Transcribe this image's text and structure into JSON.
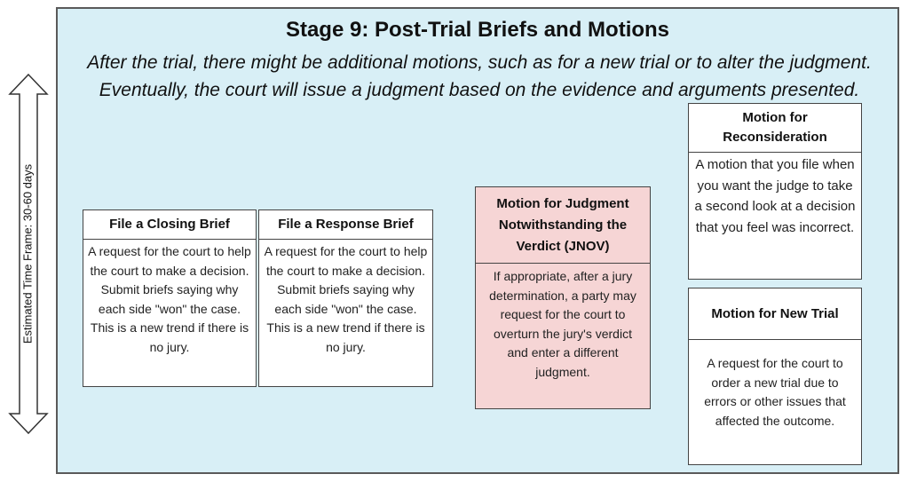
{
  "stage": {
    "title": "Stage 9: Post-Trial Briefs and Motions",
    "subtitle": "After the trial, there might be additional motions, such as for a new trial or to alter the judgment. Eventually, the court will issue a judgment based on the evidence and arguments presented."
  },
  "timeframe": {
    "label": "Estimated Time Frame: 30-60 days"
  },
  "cards": {
    "closing_brief": {
      "title": "File a Closing Brief",
      "body": "A request for the court to help the court to make a decision. Submit briefs saying why each side \"won\" the case. This is a new trend if there is no jury."
    },
    "response_brief": {
      "title": "File a Response Brief",
      "body": "A request for the court to help the court to make a decision. Submit briefs saying why each side \"won\" the case. This is a new trend if there is no jury."
    },
    "jnov": {
      "title": "Motion for Judgment Notwithstanding the Verdict (JNOV)",
      "body": "If appropriate, after a jury determination, a party may request for the court to overturn the jury's verdict and enter a different judgment."
    },
    "reconsideration": {
      "title": "Motion for Reconsideration",
      "body": "A motion that you file when you want the judge to take a second look at a decision that you feel was incorrect."
    },
    "new_trial": {
      "title": "Motion for New Trial",
      "body": "A request for the court to order a new trial due to errors or other issues that affected the outcome."
    }
  },
  "colors": {
    "stage_background": "#d8eff6",
    "jnov_background": "#f6d5d5",
    "border": "#444444"
  }
}
